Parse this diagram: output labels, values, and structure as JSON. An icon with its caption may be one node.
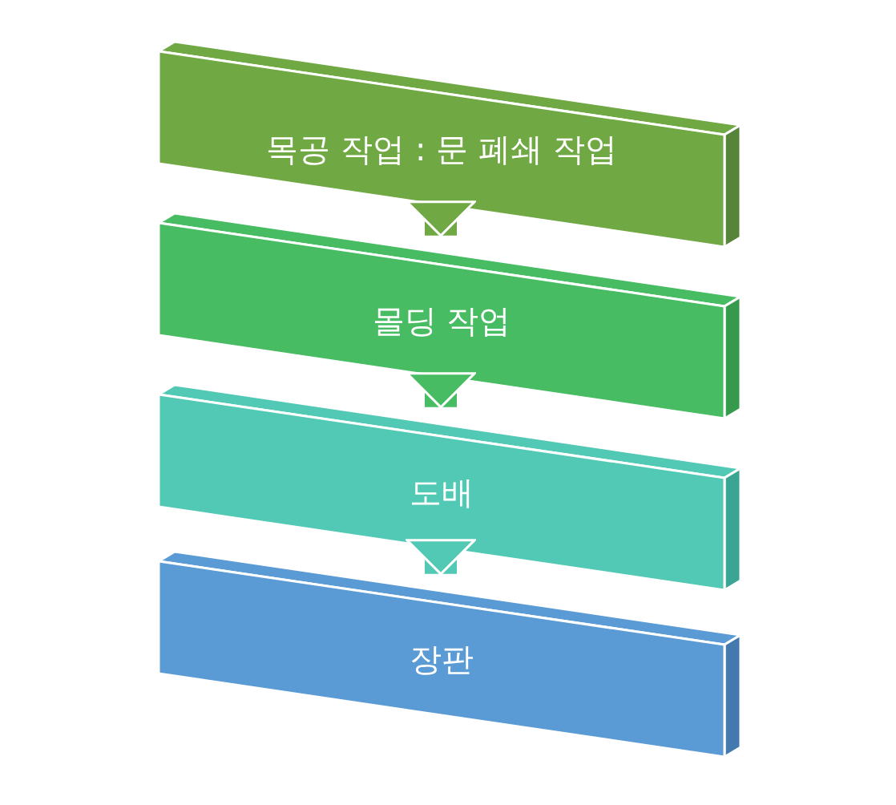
{
  "diagram": {
    "nodes": [
      {
        "text": [
          "목공 작업 : 문 폐쇄 작업"
        ]
      },
      {
        "text": [
          "몰딩 작업"
        ]
      },
      {
        "text": [
          "도배"
        ]
      },
      {
        "text": [
          "장판"
        ]
      }
    ],
    "edges": [
      {
        "from": 0,
        "to": 1,
        "arrow": "to",
        "color": "#70a844"
      },
      {
        "from": 1,
        "to": 2,
        "arrow": "to",
        "color": "#47bc62"
      },
      {
        "from": 2,
        "to": 3,
        "arrow": "to",
        "color": "#52c9b5"
      }
    ]
  }
}
